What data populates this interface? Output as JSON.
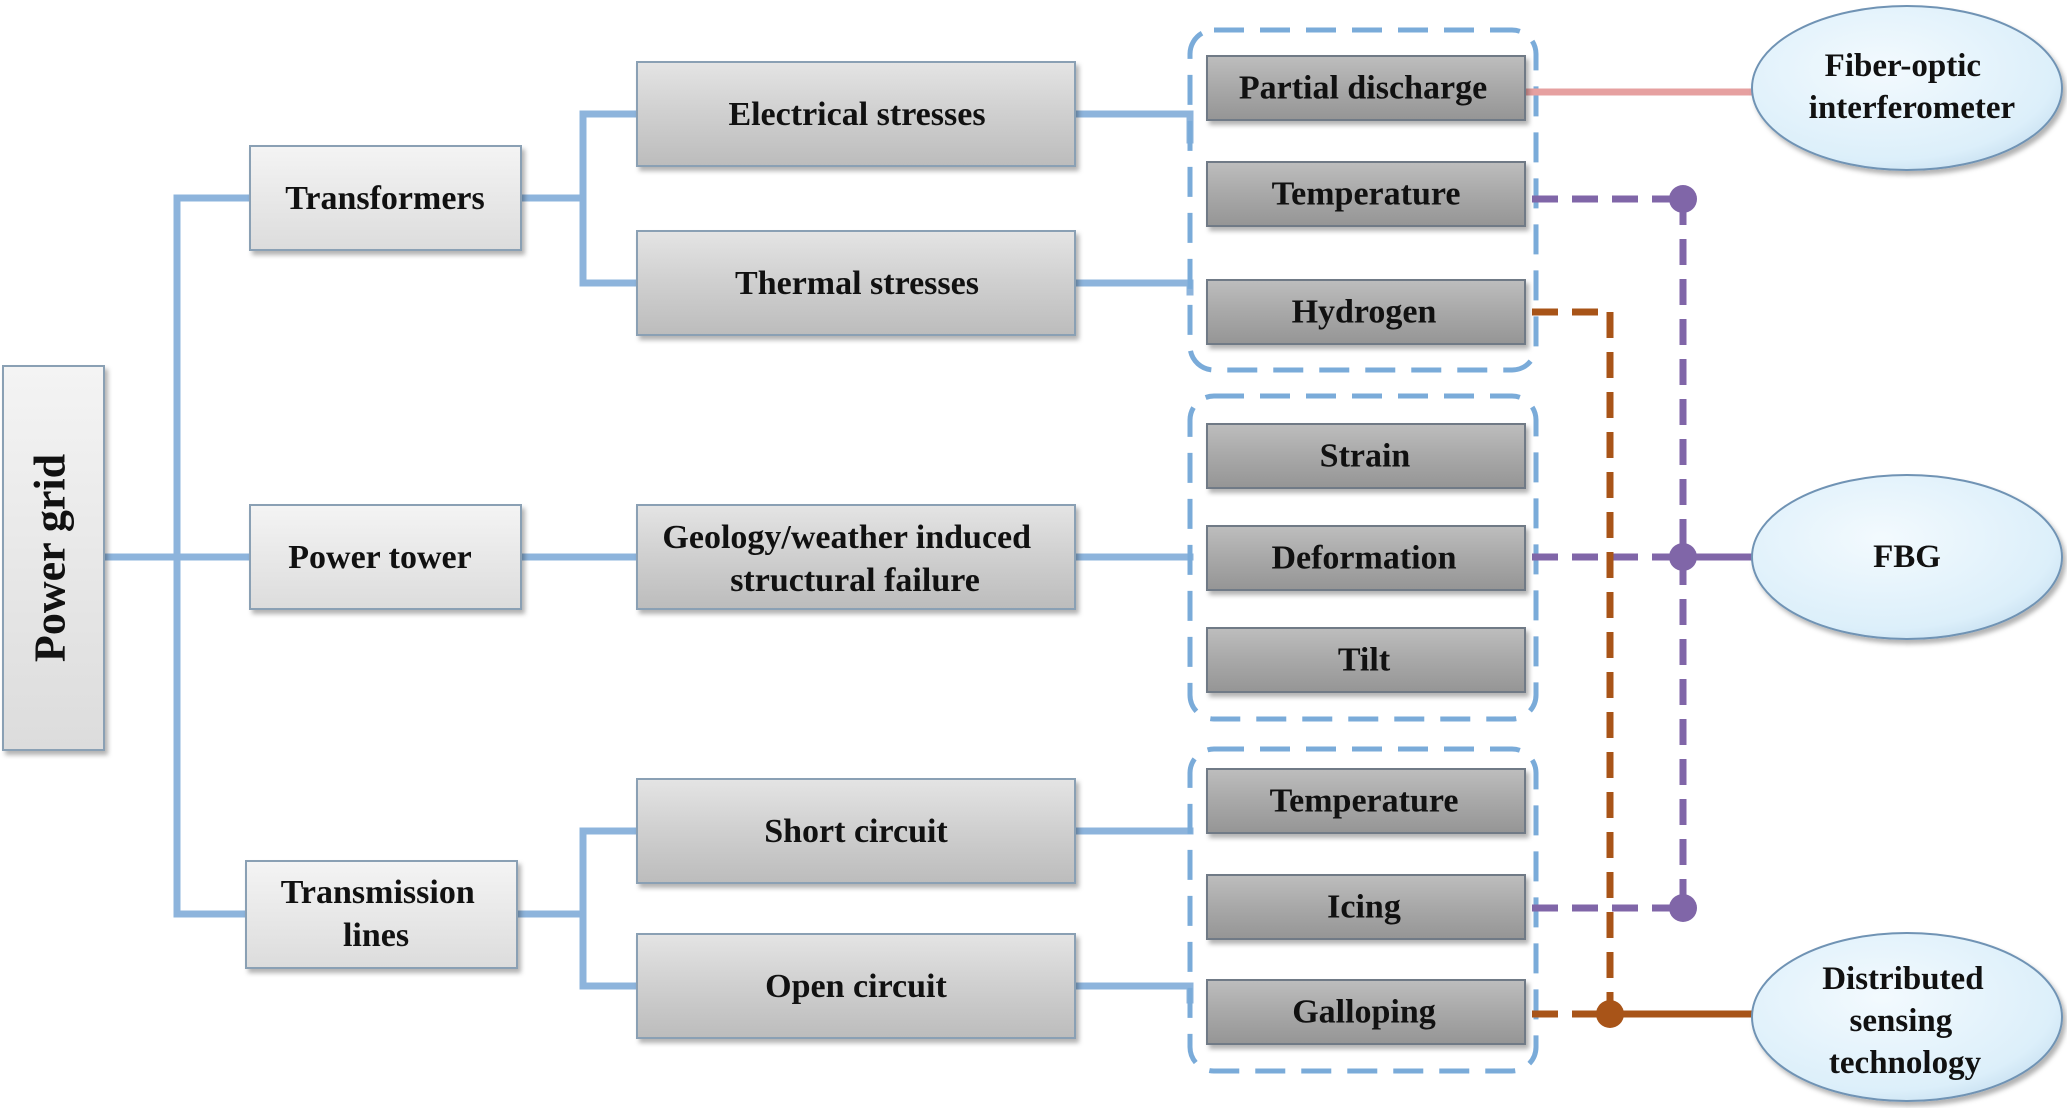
{
  "root": {
    "label": "Power grid"
  },
  "level1": [
    {
      "id": "transformers",
      "lines": [
        "Transformers"
      ]
    },
    {
      "id": "power-tower",
      "lines": [
        "Power tower"
      ]
    },
    {
      "id": "transmission-lines",
      "lines": [
        "Transmission",
        "lines"
      ]
    }
  ],
  "level2": [
    {
      "id": "electrical-stresses",
      "lines": [
        "Electrical stresses"
      ]
    },
    {
      "id": "thermal-stresses",
      "lines": [
        "Thermal stresses"
      ]
    },
    {
      "id": "geology-weather",
      "lines": [
        "Geology/weather induced",
        "structural failure"
      ]
    },
    {
      "id": "short-circuit",
      "lines": [
        "Short circuit"
      ]
    },
    {
      "id": "open-circuit",
      "lines": [
        "Open circuit"
      ]
    }
  ],
  "parameters": [
    {
      "id": "partial-discharge",
      "label": "Partial discharge"
    },
    {
      "id": "temperature-transformer",
      "label": "Temperature"
    },
    {
      "id": "hydrogen",
      "label": "Hydrogen"
    },
    {
      "id": "strain",
      "label": "Strain"
    },
    {
      "id": "deformation",
      "label": "Deformation"
    },
    {
      "id": "tilt",
      "label": "Tilt"
    },
    {
      "id": "temperature-line",
      "label": "Temperature"
    },
    {
      "id": "icing",
      "label": "Icing"
    },
    {
      "id": "galloping",
      "label": "Galloping"
    }
  ],
  "sensors": [
    {
      "id": "fiber-optic-interferometer",
      "lines": [
        "Fiber-optic",
        "interferometer"
      ]
    },
    {
      "id": "fbg",
      "lines": [
        "FBG"
      ]
    },
    {
      "id": "distributed-sensing",
      "lines": [
        "Distributed",
        "sensing",
        "technology"
      ]
    }
  ],
  "colors": {
    "tree_line": "#8db4dc",
    "group_border": "#7aabd9",
    "fbg_line": "#8066a8",
    "distributed_line": "#a85418",
    "interferometer_line": "#e6a0a0",
    "level_box_fill": "#e3e3e3",
    "param_box_fill": "#a6a6a6",
    "ellipse_fill": "#dff0fb"
  }
}
